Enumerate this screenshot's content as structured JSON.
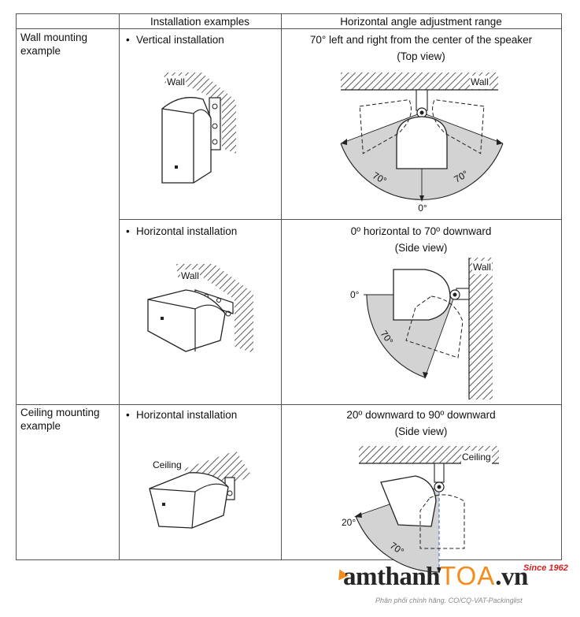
{
  "table": {
    "header": {
      "col2": "Installation examples",
      "col3": "Horizontal angle adjustment range"
    },
    "sections": [
      {
        "label_line1": "Wall mounting",
        "label_line2": "example",
        "rows": [
          {
            "installation": "Vertical installation",
            "installation_illustration_label": "Wall",
            "range_title": "70° left and right from the center of the speaker",
            "range_view": "(Top view)",
            "diagram": {
              "surface_label": "Wall",
              "angle_left": "70°",
              "angle_right": "70°",
              "zero": "0°"
            }
          },
          {
            "installation": "Horizontal installation",
            "installation_illustration_label": "Wall",
            "range_title": "0º horizontal to 70º downward",
            "range_view": "(Side view)",
            "diagram": {
              "surface_label": "Wall",
              "zero": "0°",
              "angle": "70°"
            }
          }
        ]
      },
      {
        "label_line1": "Ceiling mounting",
        "label_line2": "example",
        "rows": [
          {
            "installation": "Horizontal installation",
            "installation_illustration_label": "Ceiling",
            "range_title": "20º downward to 90º downward",
            "range_view": "(Side view)",
            "diagram": {
              "surface_label": "Ceiling",
              "start": "20°",
              "angle": "70°"
            }
          }
        ]
      }
    ]
  },
  "watermark": {
    "brand_prefix": "amthanh",
    "brand_accent": "TOA",
    "brand_suffix": ".vn",
    "since": "Since 1962",
    "tagline": "Phân phối chính hãng. CO/CQ-VAT-Packinglist"
  },
  "colors": {
    "grid": "#555555",
    "range_fill": "#d3d3d3",
    "brand_orange": "#f28c1a",
    "brand_red": "#d11f1f"
  }
}
